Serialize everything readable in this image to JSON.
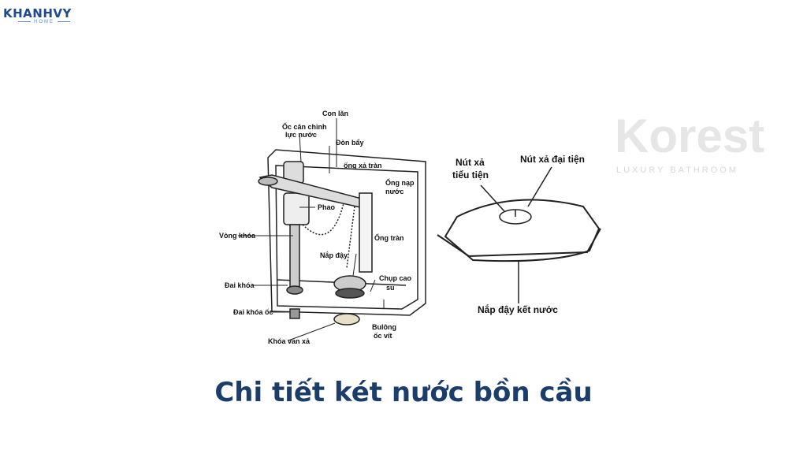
{
  "logo": {
    "name": "KHANHVY",
    "sub": "HOME"
  },
  "watermark": {
    "name": "Korest",
    "sub": "LUXURY BATHROOM"
  },
  "tank_labels": {
    "con_lan": "Con lăn",
    "oc_can_chinh": "Ốc cân chỉnh",
    "oc_can_chinh_2": "lực nước",
    "don_bay": "Đòn bẩy",
    "ong_xa_tran": "ống xả tràn",
    "ong_nap": "Ống nạp",
    "ong_nap_2": "nước",
    "phao": "Phao",
    "vong_khoa": "Vòng khóa",
    "ong_tran": "Ống tràn",
    "nap_day": "Nắp đậy",
    "dai_khoa": "Đai khóa",
    "chup_cao_su": "Chụp cao",
    "chup_cao_su_2": "su",
    "dai_khoa_oc": "Đai khóa ốc",
    "bulong": "Bulông",
    "bulong_2": "ốc vít",
    "khoa_van_xa": "Khóa van xả"
  },
  "lid_labels": {
    "nut_xa_tieu": "Nút xả",
    "nut_xa_tieu_2": "tiểu tiện",
    "nut_xa_dai": "Nút xả đại tiện",
    "nap_day_ket": "Nắp đậy kết nước"
  },
  "title": "Chi tiết két nước bồn cầu"
}
